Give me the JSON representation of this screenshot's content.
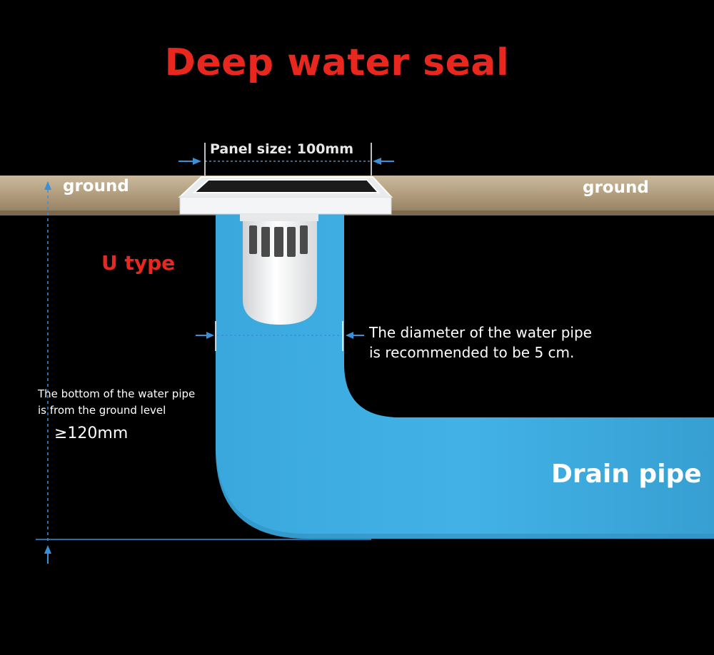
{
  "title": "Deep water seal",
  "panel_label": "Panel size: 100mm",
  "ground_left": "ground",
  "ground_right": "ground",
  "u_type": "U type",
  "diameter_note": {
    "line1": "The diameter of the water pipe",
    "line2": "is recommended to be 5 cm."
  },
  "bottom_note": {
    "line1": "The bottom of the water pipe",
    "line2": "is from the ground level"
  },
  "min_depth": "≥120mm",
  "drain_label": "Drain pipe",
  "colors": {
    "background": "#000000",
    "title_red": "#e8281e",
    "pipe_blue": "#3aa8dc",
    "ground_tan": "#b5a284",
    "dimension_blue": "#3b8fd9"
  }
}
